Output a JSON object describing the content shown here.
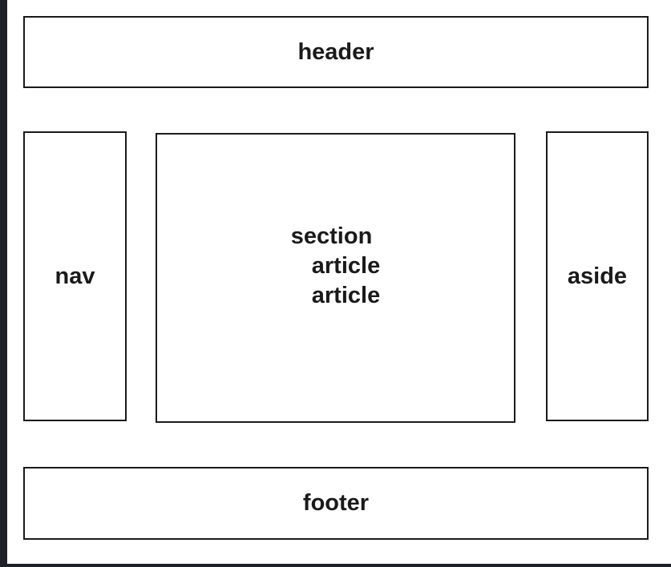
{
  "layout": {
    "header": "header",
    "nav": "nav",
    "section": {
      "label": "section",
      "articles": [
        "article",
        "article"
      ]
    },
    "aside": "aside",
    "footer": "footer"
  },
  "colors": {
    "frame": "#1e2127",
    "box_border": "#1a1a1a",
    "text": "#1a1a1a",
    "background": "#ffffff"
  }
}
